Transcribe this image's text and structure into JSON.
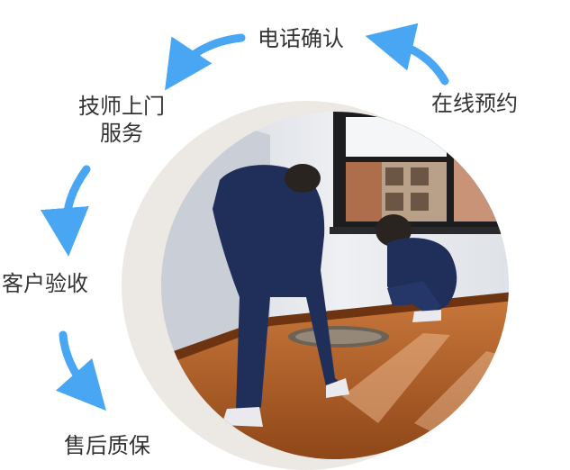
{
  "steps": {
    "booking": "在线预约",
    "call": "电话确认",
    "visit_line1": "技师上门",
    "visit_line2": "服务",
    "accept": "客户验收",
    "aftersales": "售后质保"
  },
  "colors": {
    "arrow": "#49a6f2",
    "ring": "#ece9e4",
    "text": "#333333",
    "uniform": "#1f2f5a",
    "floor": "#a85a26",
    "wall": "#e8ebf0"
  },
  "icons": [
    "curved-arrow-icon"
  ]
}
